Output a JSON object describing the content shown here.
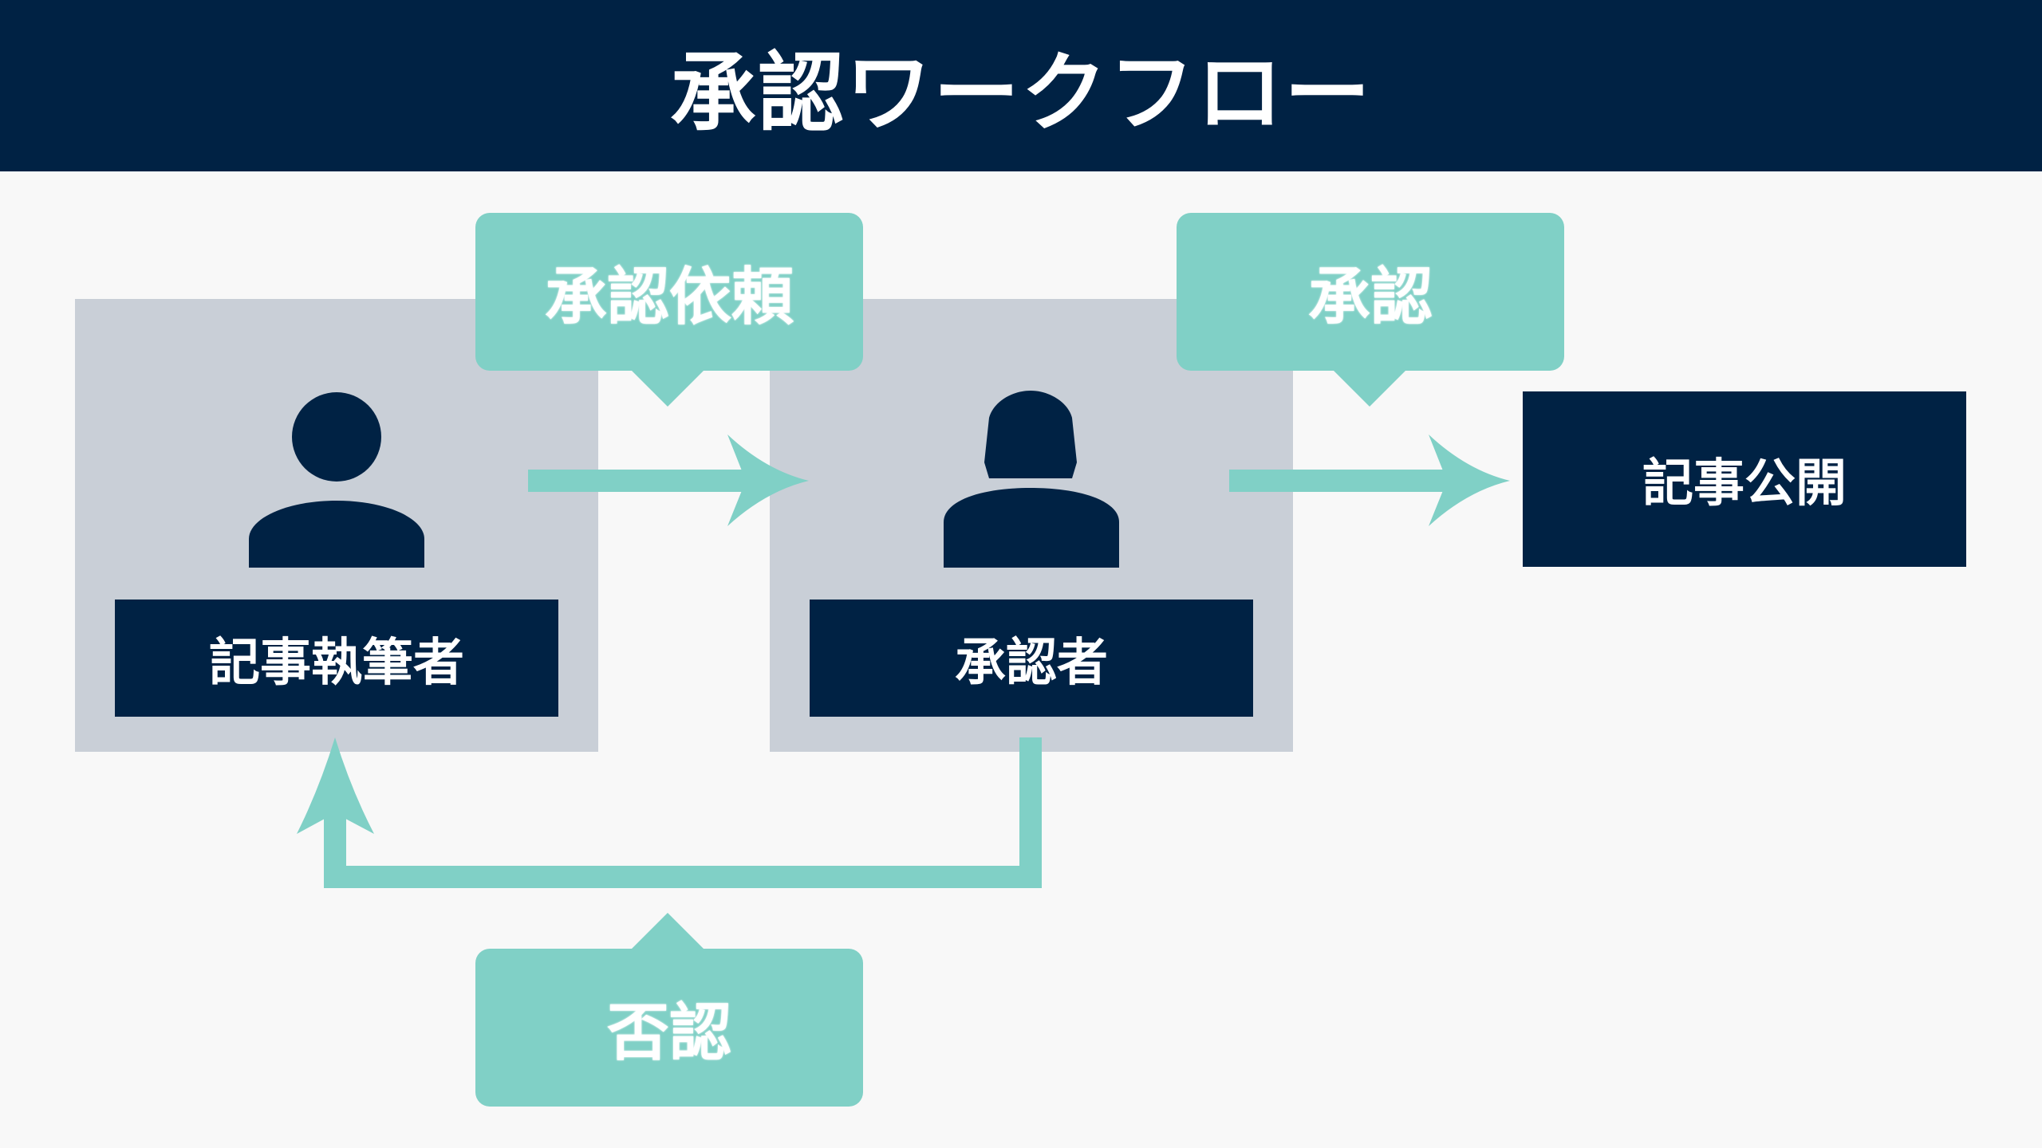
{
  "header": {
    "title": "承認ワークフロー"
  },
  "nodes": {
    "writer": "記事執筆者",
    "approver": "承認者",
    "publish": "記事公開"
  },
  "actions": {
    "request": "承認依頼",
    "approve": "承認",
    "reject": "否認"
  },
  "colors": {
    "navy": "#002244",
    "teal": "#80d0c6",
    "panel": "#c9cfd7",
    "background": "#f8f8f8"
  },
  "icons": [
    "person-male-icon",
    "person-female-icon"
  ]
}
